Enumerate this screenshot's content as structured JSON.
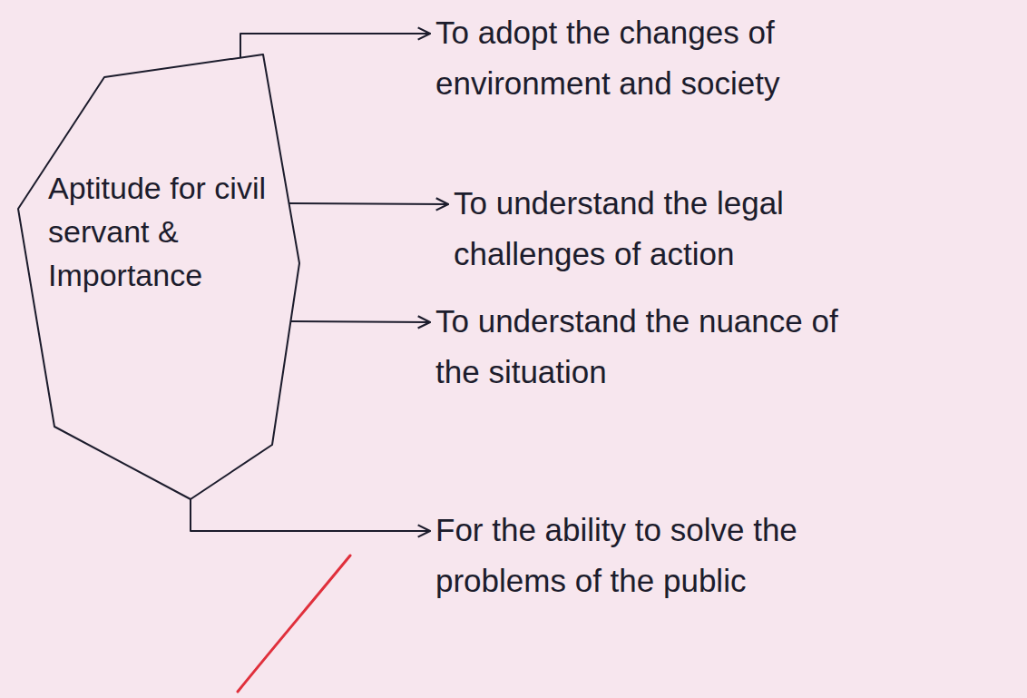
{
  "diagram": {
    "nodes": [
      {
        "text": [
          "Aptitude for civil servant & Importance"
        ]
      },
      {
        "text": [
          "To adopt the changes of environment and society"
        ]
      },
      {
        "text": [
          "To understand the legal challenges of action"
        ]
      },
      {
        "text": [
          "To understand the nuance of the situation"
        ]
      },
      {
        "text": [
          "For the ability to solve the problems of the public"
        ]
      }
    ],
    "edges": [
      {
        "from": 0,
        "to": 1,
        "arrow": "to"
      },
      {
        "from": 0,
        "to": 2,
        "arrow": "to"
      },
      {
        "from": 0,
        "to": 3,
        "arrow": "to"
      },
      {
        "from": 0,
        "to": 4,
        "arrow": "to"
      }
    ]
  }
}
